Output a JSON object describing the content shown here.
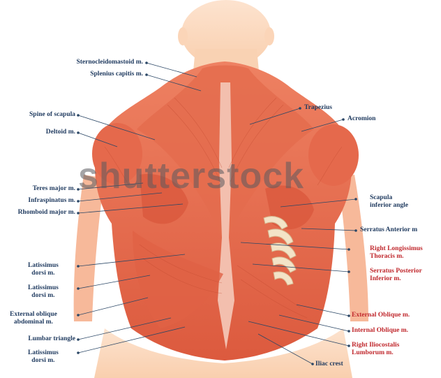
{
  "colors": {
    "skin": "#fbd9c0",
    "skin_dark": "#f7c6a3",
    "muscle": "#e2674a",
    "muscle_light": "#f08a6a",
    "muscle_dark": "#c9452c",
    "tendon": "#f6cbbd",
    "bone": "#f3e3c7",
    "label_blue": "#1f3a5f",
    "label_red": "#c0282d",
    "leader": "#2b4766"
  },
  "watermark": "shutterstock",
  "labels": {
    "sternocleidomastoid": [
      "Sternocleidomastoid m."
    ],
    "splenius_capitis": [
      "Splenius capitis m."
    ],
    "spine_of_scapula": [
      "Spine of scapula"
    ],
    "deltoid": [
      "Deltoid m."
    ],
    "teres_major": [
      "Teres major m."
    ],
    "infraspinatus": [
      "Infraspinatus m."
    ],
    "rhomboid_major": [
      "Rhomboid major m."
    ],
    "latissimus_1": [
      "Latissimus",
      "dorsi m."
    ],
    "latissimus_2": [
      "Latissimus",
      "dorsi m."
    ],
    "external_oblique_abdominal": [
      "External oblique",
      "abdominal m."
    ],
    "lumbar_triangle": [
      "Lumbar triangle"
    ],
    "latissimus_3": [
      "Latissimus",
      "dorsi m."
    ],
    "trapezius": [
      "Trapezius"
    ],
    "acromion": [
      "Acromion"
    ],
    "scapula_inferior_angle": [
      "Scapula",
      "inferior angle"
    ],
    "serratus_anterior": [
      "Serratus Anterior m"
    ],
    "right_longissimus": [
      "Right Longissimus",
      "Thoracis m."
    ],
    "serratus_posterior": [
      "Serratus Posterior",
      "Inferior m."
    ],
    "external_oblique_right": [
      "External Oblique m."
    ],
    "internal_oblique": [
      "Internal Oblique m."
    ],
    "right_iliocostalis": [
      "Right Iliocostalis",
      "Lumborum m."
    ],
    "iliac_crest": [
      "Iliac crest"
    ]
  }
}
